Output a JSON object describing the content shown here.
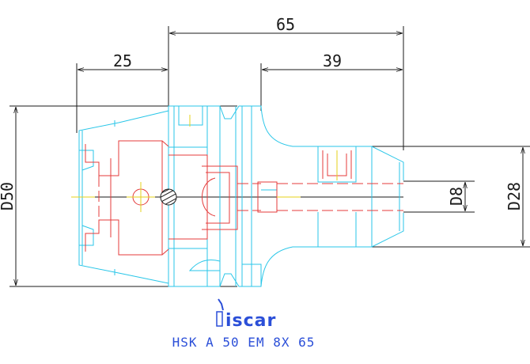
{
  "drawing": {
    "dimensions": {
      "overall_length": "65",
      "shank_length": "25",
      "body_length": "39",
      "flange_diameter": "D50",
      "bore_diameter": "D8",
      "body_diameter": "D28"
    },
    "logo": "iscar",
    "caption": "HSK A 50 EM 8X 65"
  },
  "colors": {
    "outline": "#29c6e8",
    "hidden": "#e43b3b",
    "center": "#e6d21a",
    "dimension": "#1a1a1a",
    "caption": "#2b4fd8"
  }
}
